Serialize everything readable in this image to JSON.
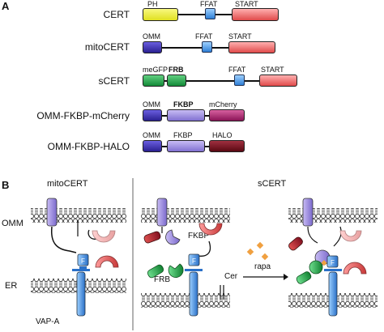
{
  "panelA": {
    "label": "A",
    "rows": [
      {
        "name": "CERT",
        "domains": [
          "PH",
          "FFAT",
          "START"
        ]
      },
      {
        "name": "mitoCERT",
        "domains": [
          "OMM",
          "FFAT",
          "START"
        ]
      },
      {
        "name": "sCERT",
        "domains": [
          "meGFP",
          "FRB",
          "FFAT",
          "START"
        ]
      },
      {
        "name": "OMM-FKBP-mCherry",
        "domains": [
          "OMM",
          "FKBP",
          "mCherry"
        ]
      },
      {
        "name": "OMM-FKBP-HALO",
        "domains": [
          "OMM",
          "FKBP",
          "HALO"
        ]
      }
    ]
  },
  "panelB": {
    "label": "B",
    "left_title": "mitoCERT",
    "right_title": "sCERT",
    "omm": "OMM",
    "er": "ER",
    "vap": "VAP-A",
    "fkbp": "FKBP",
    "frb": "FRB",
    "cer": "Cer",
    "rapa": "rapa",
    "ffat_mark": "F"
  },
  "colors": {
    "ph": "#e8e82a",
    "ffat": "#3a8ee6",
    "start": "#f07272",
    "omm": "#3b2fb0",
    "megfp": "#22a04a",
    "frb": "#22a04a",
    "fkbp": "#9c8ce0",
    "mcherry": "#a0206a",
    "halo": "#7a1020"
  }
}
